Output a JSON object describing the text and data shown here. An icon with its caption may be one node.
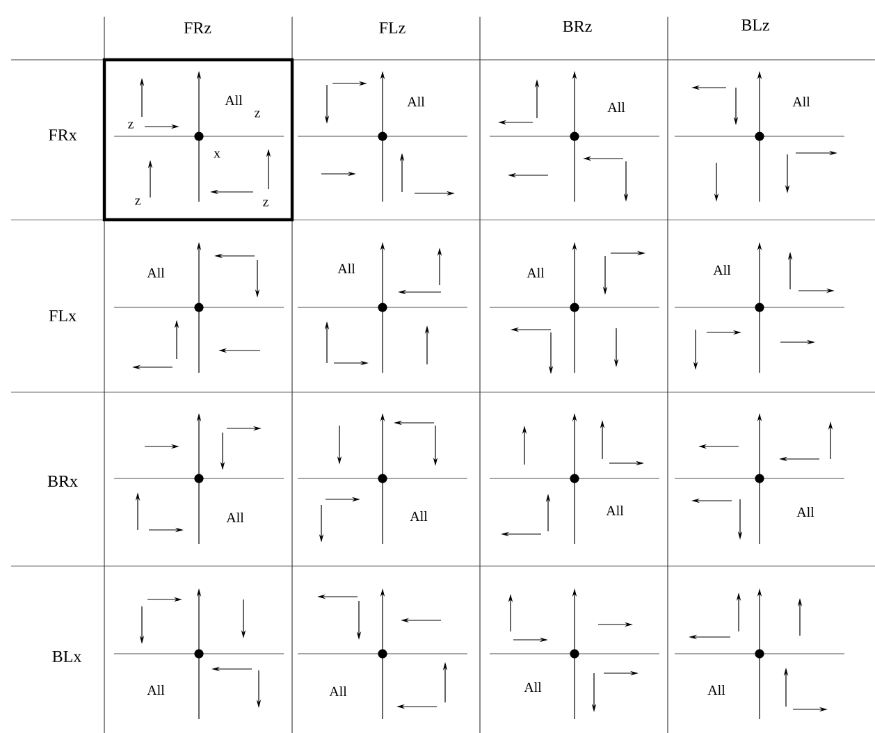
{
  "diagram": {
    "labels": [
      "FRz",
      "FLz",
      "BRz",
      "BLz",
      "FRx",
      "All",
      "z",
      "z",
      "x",
      "z",
      "z",
      "All",
      "All",
      "All",
      "FLx",
      "All",
      "All",
      "All",
      "All",
      "BRx",
      "All",
      "All",
      "All",
      "All",
      "BLx",
      "All",
      "All",
      "All",
      "All"
    ]
  }
}
